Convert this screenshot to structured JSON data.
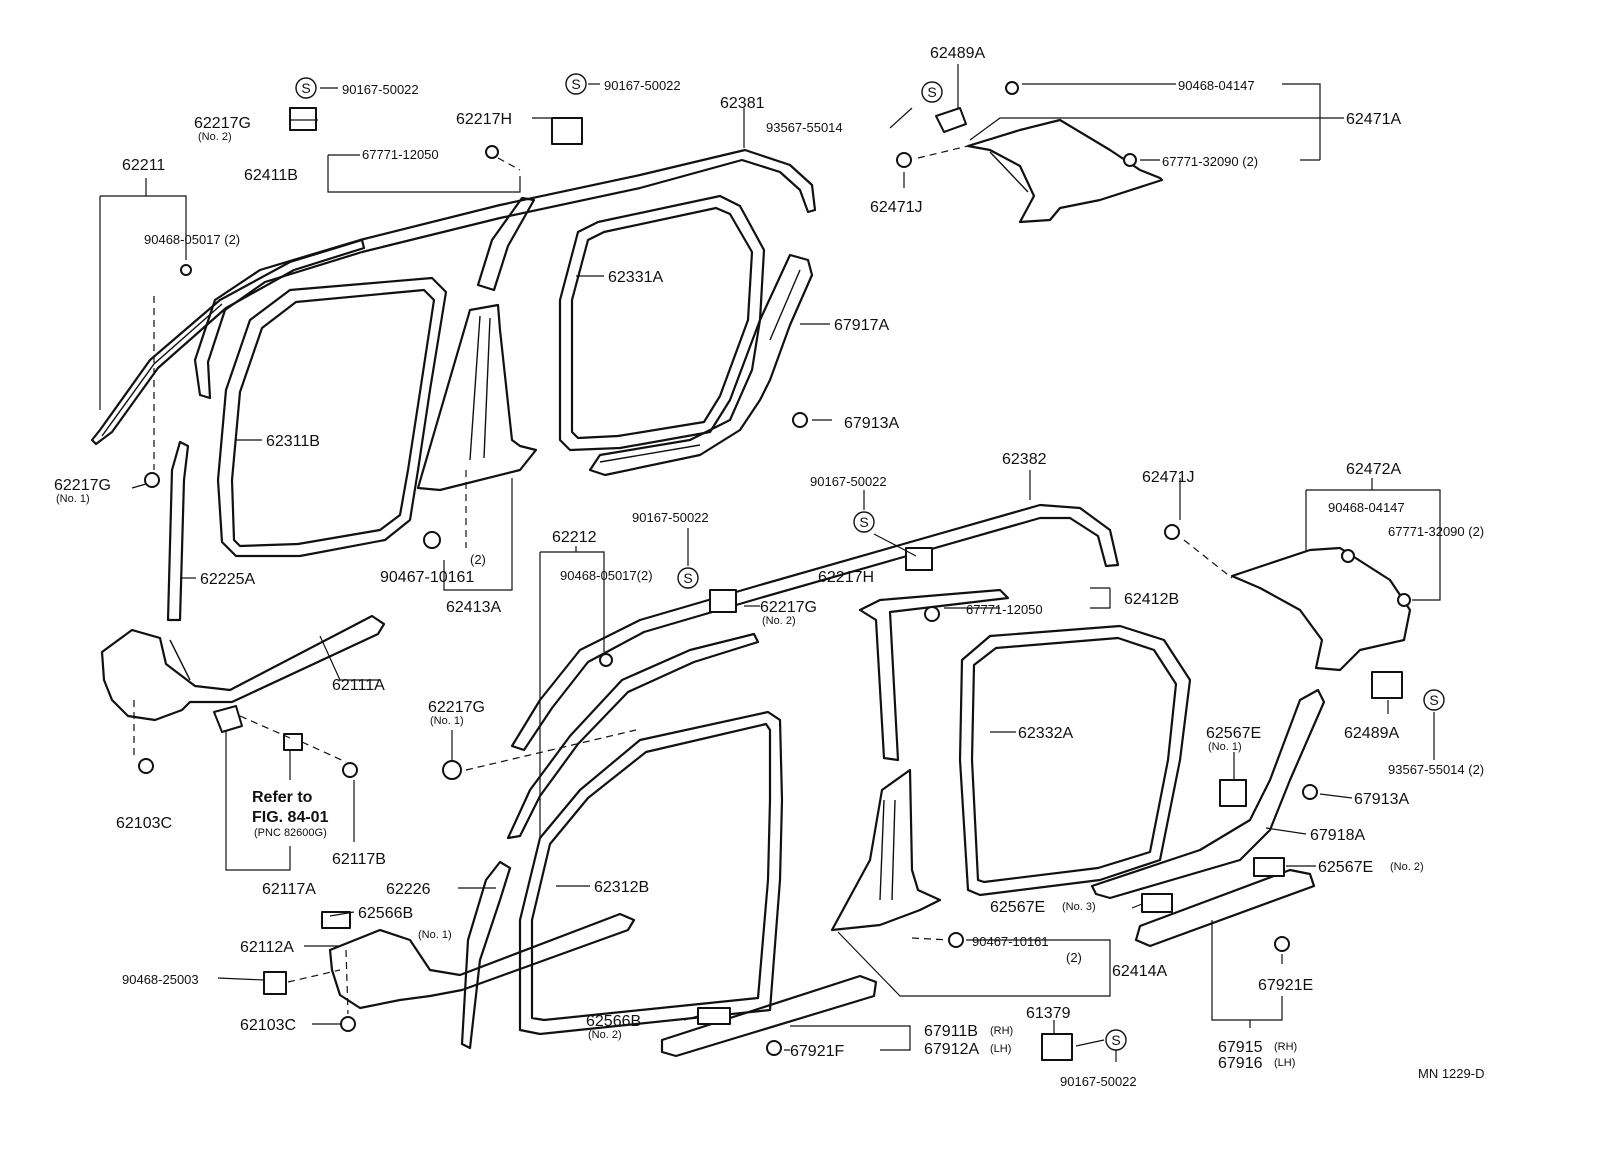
{
  "diagram": {
    "figure_code": "MN 1229-D",
    "service_symbol": "S",
    "reference_note": {
      "line1": "Refer to",
      "line2": "FIG. 84-01",
      "line3": "(PNC 82600G)"
    },
    "labels": {
      "p62211": "62211",
      "p62217G_no2_top": "62217G",
      "no2_top": "(No. 2)",
      "p90167_a": "90167-50022",
      "p90167_b": "90167-50022",
      "p62217H_top": "62217H",
      "p62381": "62381",
      "p67771_12050_top": "67771-12050",
      "p62411B": "62411B",
      "p90468_05017_2": "90468-05017 (2)",
      "p62331A": "62331A",
      "p67917A": "67917A",
      "p67913A_top": "67913A",
      "p62311B": "62311B",
      "p62217G_no1_left": "62217G",
      "no1_left": "(No. 1)",
      "p62225A": "62225A",
      "p90467_10161_top": "90467-10161",
      "two_top": "(2)",
      "p62413A": "62413A",
      "p62111A": "62111A",
      "p62103C_top": "62103C",
      "p62117B": "62117B",
      "p62117A": "62117A",
      "p62489A_top": "62489A",
      "p93567_55014": "93567-55014",
      "p90468_04147_top": "90468-04147",
      "p62471A": "62471A",
      "p67771_32090_top": "67771-32090 (2)",
      "p62471J_top": "62471J",
      "p62382": "62382",
      "p90167_c": "90167-50022",
      "p62217H_mid": "62217H",
      "p62212": "62212",
      "p90167_d": "90167-50022",
      "p90468_05017_mid": "90468-05017(2)",
      "p62217G_no2_mid": "62217G",
      "no2_mid": "(No. 2)",
      "p62217G_no1_mid": "62217G",
      "no1_mid": "(No. 1)",
      "p62412B": "62412B",
      "p67771_12050_mid": "67771-12050",
      "p62332A": "62332A",
      "p62471J_mid": "62471J",
      "p62472A": "62472A",
      "p90468_04147_mid": "90468-04147",
      "p67771_32090_mid": "67771-32090 (2)",
      "p62489A_mid": "62489A",
      "p93567_55014_2": "93567-55014 (2)",
      "p62567E_no1": "62567E",
      "no1_right": "(No. 1)",
      "p67913A_mid": "67913A",
      "p67918A": "67918A",
      "p62567E_no2": "62567E",
      "no2_right": "(No. 2)",
      "p62567E_no3": "62567E",
      "no3": "(No. 3)",
      "p62226": "62226",
      "p62312B": "62312B",
      "p62566B_no1": "62566B",
      "no1_bottom": "(No. 1)",
      "p62112A": "62112A",
      "p90468_25003": "90468-25003",
      "p62103C_bottom": "62103C",
      "p62566B_no2": "62566B",
      "no2_bottom": "(No. 2)",
      "p67921F": "67921F",
      "p67911B": "67911B",
      "rh_a": "(RH)",
      "p67912A": "67912A",
      "lh_a": "(LH)",
      "p90467_10161_bottom": "90467-10161",
      "two_bottom": "(2)",
      "p62414A": "62414A",
      "p61379": "61379",
      "p90167_e": "90167-50022",
      "p67921E": "67921E",
      "p67915": "67915",
      "rh_b": "(RH)",
      "p67916": "67916",
      "lh_b": "(LH)"
    }
  }
}
